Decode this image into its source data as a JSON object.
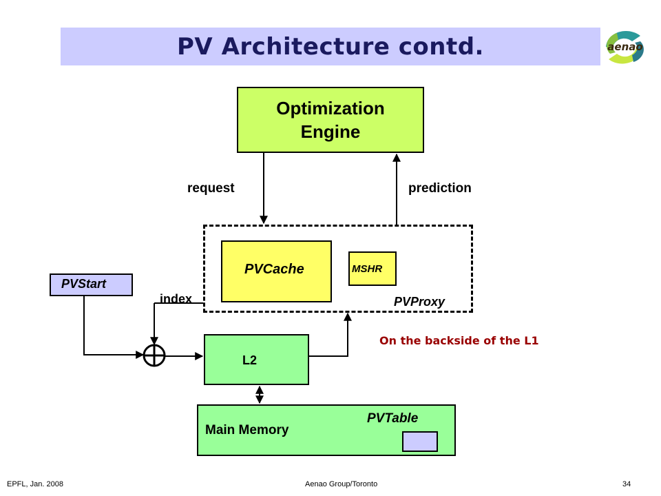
{
  "slide": {
    "title": "PV Architecture contd.",
    "logo_text": "aenao",
    "callout": "On the backside of the L1"
  },
  "blocks": {
    "optimization_engine": "Optimization\nEngine",
    "pvcache": "PVCache",
    "mshr": "MSHR",
    "pvproxy": "PVProxy",
    "pvstart": "PVStart",
    "l2": "L2",
    "main_memory": "Main Memory",
    "pvtable": "PVTable"
  },
  "edges": {
    "request": "request",
    "prediction": "prediction",
    "index": "index",
    "combine_symbol": "⊕"
  },
  "footer": {
    "left": "EPFL, Jan. 2008",
    "center": "Aenao Group/Toronto",
    "page": "34"
  },
  "colors": {
    "title_bg": "#ccccff",
    "title_text": "#1a1a5e",
    "engine": "#ccff66",
    "cache": "#ffff66",
    "memory": "#99ff99",
    "callout": "#990000"
  }
}
